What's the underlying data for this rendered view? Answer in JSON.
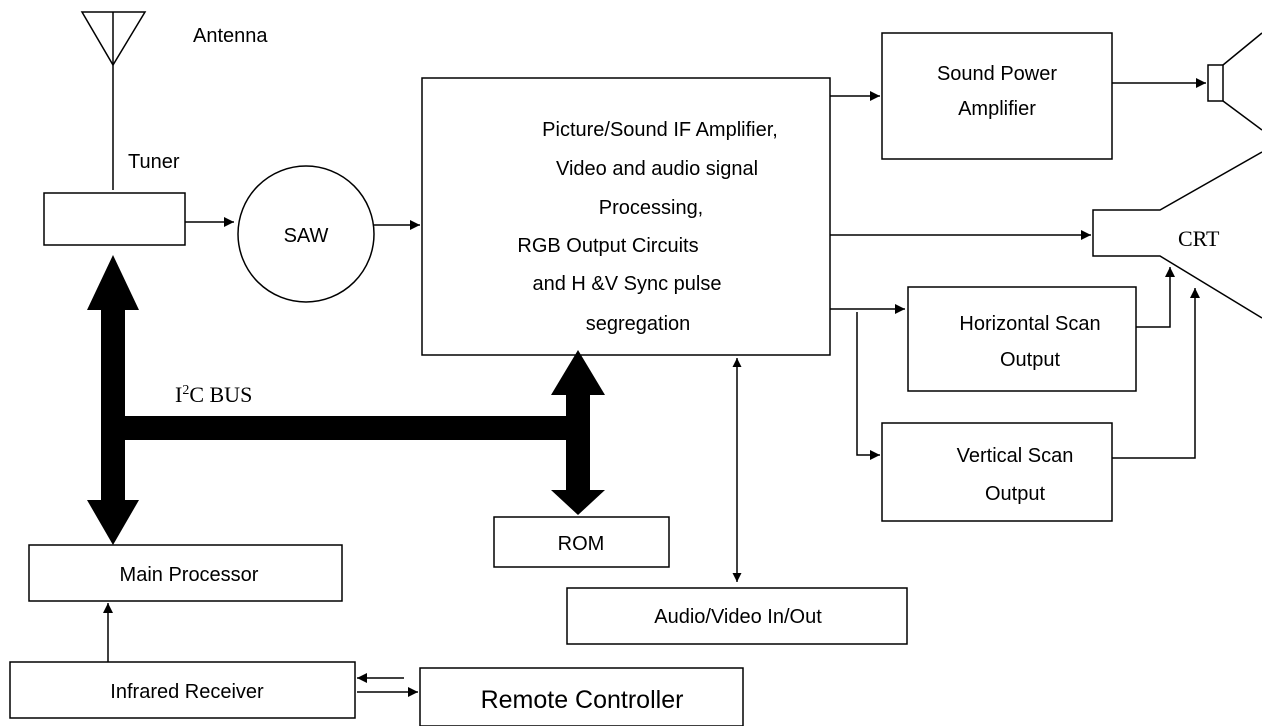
{
  "labels": {
    "antenna": "Antenna",
    "tuner": "Tuner",
    "saw": "SAW",
    "processor_lines": [
      "Picture/Sound IF Amplifier,",
      "Video and audio signal",
      "Processing,",
      "RGB Output Circuits",
      "and H &V Sync pulse",
      "segregation"
    ],
    "sound_amp_lines": [
      "Sound Power",
      "Amplifier"
    ],
    "crt": "CRT",
    "h_scan_lines": [
      "Horizontal Scan",
      "Output"
    ],
    "v_scan_lines": [
      "Vertical Scan",
      "Output"
    ],
    "i2c_prefix": "I",
    "i2c_superscript": "2",
    "i2c_suffix": "C BUS",
    "rom": "ROM",
    "av_io": "Audio/Video In/Out",
    "main_processor": "Main Processor",
    "infrared_receiver": "Infrared Receiver",
    "remote_controller": "Remote Controller"
  }
}
